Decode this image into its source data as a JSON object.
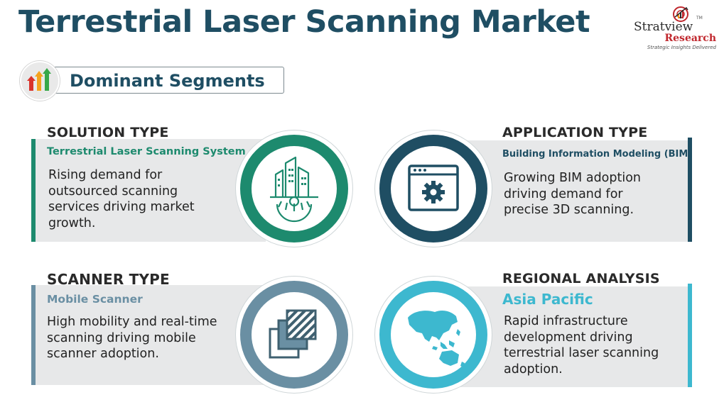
{
  "title": "Terrestrial Laser Scanning Market",
  "logo": {
    "brand_line1": "Stratview",
    "brand_line2": "Research",
    "tagline": "Strategic Insights Delivered",
    "tm": "TM"
  },
  "header_badge": {
    "label": "Dominant Segments",
    "icon": "rising-bar-chart-icon"
  },
  "segments": [
    {
      "category": "SOLUTION TYPE",
      "dominant": "Terrestrial Laser Scanning System",
      "description": "Rising demand for outsourced scanning services driving market growth.",
      "icon": "buildings-gear-icon",
      "color": "#1d8a6e"
    },
    {
      "category": "APPLICATION TYPE",
      "dominant": "Building Information Modeling (BIM)",
      "description": "Growing BIM adoption driving demand for precise 3D scanning.",
      "icon": "browser-settings-icon",
      "color": "#1f4e63"
    },
    {
      "category": "SCANNER TYPE",
      "dominant": "Mobile Scanner",
      "description": "High mobility and real-time scanning driving mobile scanner adoption.",
      "icon": "layered-windows-icon",
      "color": "#6a8fa3"
    },
    {
      "category": "REGIONAL ANALYSIS",
      "dominant": "Asia Pacific",
      "description": "Rapid infrastructure development driving terrestrial laser scanning adoption.",
      "icon": "asia-pacific-map-icon",
      "color": "#3db8cf"
    }
  ]
}
